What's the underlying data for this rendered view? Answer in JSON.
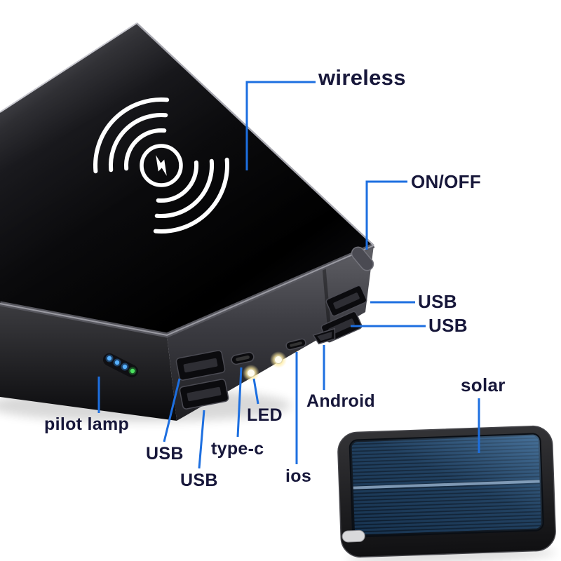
{
  "annotations": {
    "wireless": {
      "label": "wireless"
    },
    "on_off": {
      "label": "ON/OFF"
    },
    "usb_right_top": {
      "label": "USB"
    },
    "usb_right_bottom": {
      "label": "USB"
    },
    "solar": {
      "label": "solar"
    },
    "android": {
      "label": "Android"
    },
    "led": {
      "label": "LED"
    },
    "pilot_lamp": {
      "label": "pilot lamp"
    },
    "usb_left_top": {
      "label": "USB"
    },
    "type_c": {
      "label": "type-c"
    },
    "usb_left_bottom": {
      "label": "USB"
    },
    "ios": {
      "label": "ios"
    }
  },
  "colors": {
    "background": "#ffffff",
    "callout_line": "#1d6fe0",
    "label_text": "#17173a",
    "device_glass": "#050507",
    "device_side": "#3c3c42",
    "led_light": "#fffdf0",
    "pilot_lamp_blue": "#57b1ff",
    "pilot_lamp_green": "#4ae05e",
    "solar_cell": "#173350",
    "wireless_icon": "#ffffff"
  },
  "icons": {
    "wireless_charging_icon": "lightning bolt in circle with ripple arcs",
    "led_flashlight": "glowing dot",
    "pilot_lamp": "row of small colored indicator dots"
  }
}
